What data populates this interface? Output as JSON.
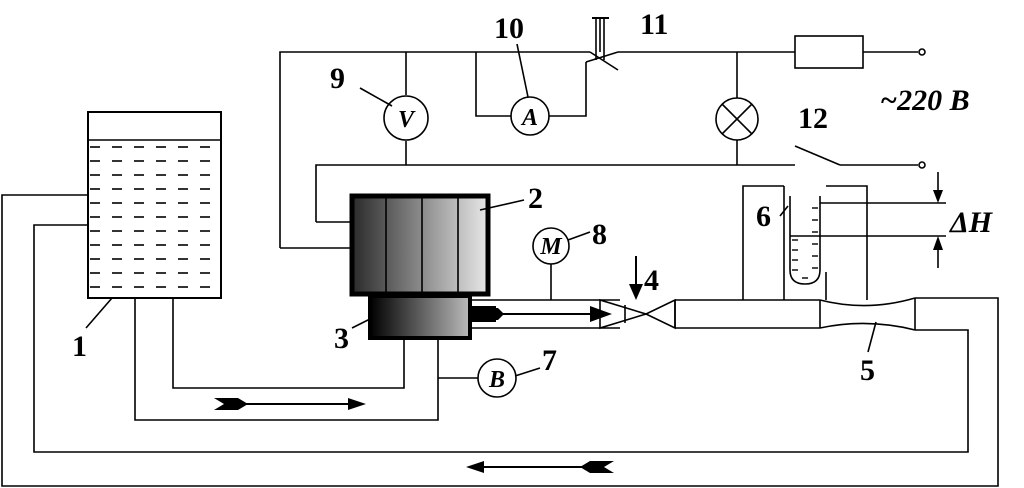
{
  "labels": {
    "n1": "1",
    "n2": "2",
    "n3": "3",
    "n4": "4",
    "n5": "5",
    "n6": "6",
    "n7": "7",
    "n8": "8",
    "n9": "9",
    "n10": "10",
    "n11": "11",
    "n12": "12"
  },
  "instruments": {
    "voltmeter": "V",
    "ammeter": "A",
    "manometer": "M",
    "vacuum_gauge": "B"
  },
  "supply": "~220 B",
  "level_difference": "ΔH"
}
